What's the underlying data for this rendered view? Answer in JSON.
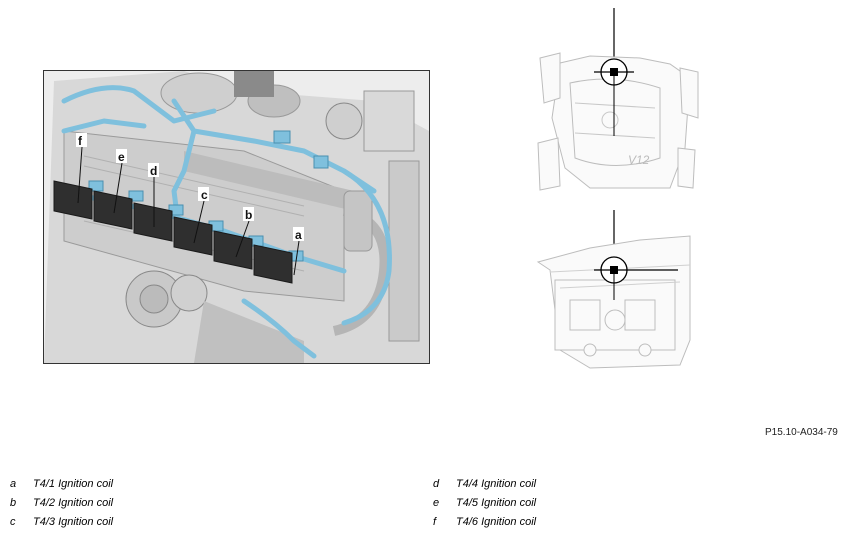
{
  "figure": {
    "reference_code": "P15.10-A034-79",
    "badge_text": "V12"
  },
  "callouts": [
    "a",
    "b",
    "c",
    "d",
    "e",
    "f"
  ],
  "legend": {
    "left": [
      {
        "letter": "a",
        "text": "T4/1 Ignition coil"
      },
      {
        "letter": "b",
        "text": "T4/2 Ignition coil"
      },
      {
        "letter": "c",
        "text": "T4/3 Ignition coil"
      }
    ],
    "right": [
      {
        "letter": "d",
        "text": "T4/4 Ignition coil"
      },
      {
        "letter": "e",
        "text": "T4/5 Ignition coil"
      },
      {
        "letter": "f",
        "text": "T4/6 Ignition coil"
      }
    ]
  },
  "colors": {
    "harness": "#7fc0dd",
    "coil": "#2f2f2f",
    "engine_gray": "#c9c9c9",
    "outline": "#bfbfbf"
  }
}
